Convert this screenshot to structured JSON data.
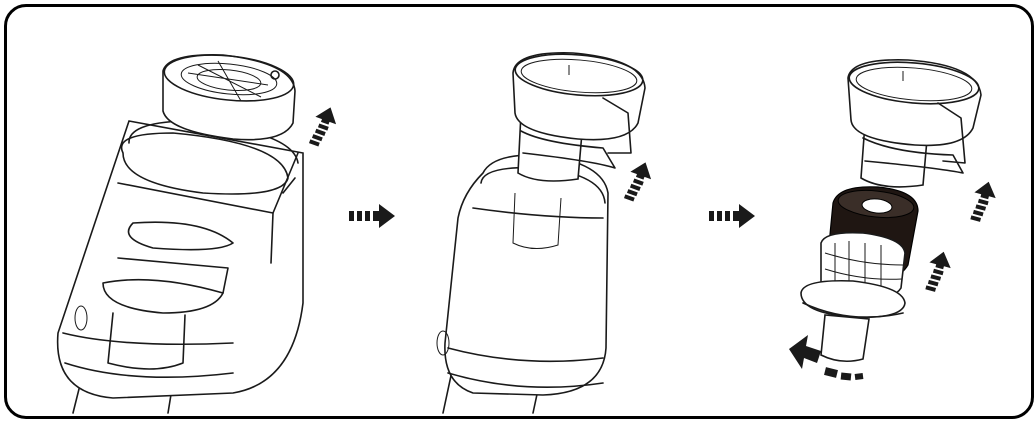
{
  "colors": {
    "frame": "#000000",
    "line": "#1a1a1a",
    "arrow": "#1a1a1a",
    "foam_filter": "#1f1612",
    "background": "#ffffff"
  },
  "steps": [
    {
      "name": "step-1",
      "icon": "remove-top-filter-cap"
    },
    {
      "name": "step-2",
      "icon": "lift-out-cyclone-assembly"
    },
    {
      "name": "step-3",
      "icon": "remove-foam-filter-and-twist"
    }
  ],
  "arrows": {
    "next_step": "right-arrow-icon",
    "lift": "up-arrow-icon",
    "twist": "rotate-arrow-icon"
  }
}
